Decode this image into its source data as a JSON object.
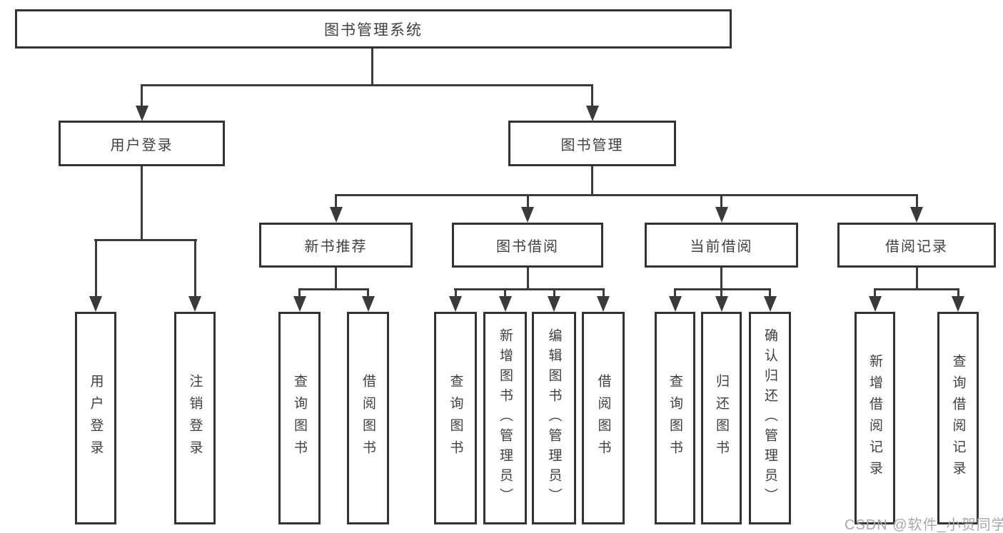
{
  "nodes": {
    "root": "图书管理系统",
    "level2": [
      {
        "label": "用户登录",
        "children": [
          "用户登录",
          "注销登录"
        ]
      },
      {
        "label": "图书管理",
        "children": [
          {
            "label": "新书推荐",
            "children": [
              "查询图书",
              "借阅图书"
            ]
          },
          {
            "label": "图书借阅",
            "children": [
              "查询图书",
              "新增图书（管理员）",
              "编辑图书（管理员）",
              "借阅图书"
            ]
          },
          {
            "label": "当前借阅",
            "children": [
              "查询图书",
              "归还图书",
              "确认归还（管理员）"
            ]
          },
          {
            "label": "借阅记录",
            "children": [
              "新增借阅记录",
              "查询借阅记录"
            ]
          }
        ]
      }
    ]
  },
  "watermark": "CSDN @软件_小贺同学",
  "colors": {
    "line": "#3a3a3a",
    "box_border": "#333333",
    "text": "#3d4044",
    "watermark": "#a8a8a8",
    "background": "#ffffff"
  }
}
